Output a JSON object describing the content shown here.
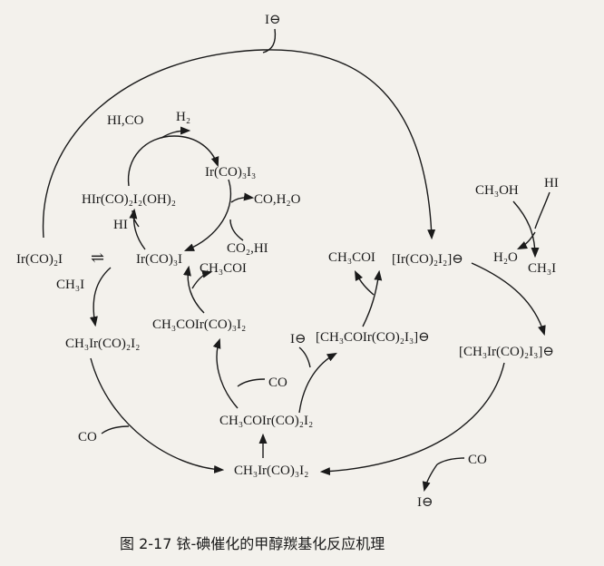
{
  "species": {
    "i_minus_top": "I⊖",
    "hi_co": "HI,CO",
    "h2": "H₂",
    "ir_co3_i3": "Ir(CO)₃I₃",
    "hir_oh2": "HIr(CO)₂I₂(OH)₂",
    "co_h2o": "CO,H₂O",
    "hi_left": "HI",
    "co2_hi": "CO₂,HI",
    "ir_co2_i": "Ir(CO)₂I",
    "equilibrium": "⇌",
    "ir_co3_i": "Ir(CO)₃I",
    "ch3coi_upper": "CH₃COI",
    "ch3i_left": "CH₃I",
    "ch3coir_co3_i2": "CH₃COIr(CO)₃I₂",
    "ch3ir_co2_i2": "CH₃Ir(CO)₂I₂",
    "co_mid": "CO",
    "co_left": "CO",
    "ch3coir_co2_i2": "CH₃COIr(CO)₂I₂",
    "ch3ir_co3_i2": "CH₃Ir(CO)₃I₂",
    "ch3coi_right": "CH₃COI",
    "ir_co2_i2_anion": "[Ir(CO)₂I₂]⊖",
    "i_minus_mid": "I⊖",
    "ch3coir_co2_i3_anion": "[CH₃COIr(CO)₂I₃]⊖",
    "ch3oh": "CH₃OH",
    "hi_right": "HI",
    "h2o": "H₂O",
    "ch3i_right": "CH₃I",
    "ch3ir_co2_i3_anion": "[CH₃Ir(CO)₂I₃]⊖",
    "co_right": "CO",
    "i_minus_bottom": "I⊖"
  },
  "caption": "图 2-17   铱-碘催化的甲醇羰基化反应机理"
}
